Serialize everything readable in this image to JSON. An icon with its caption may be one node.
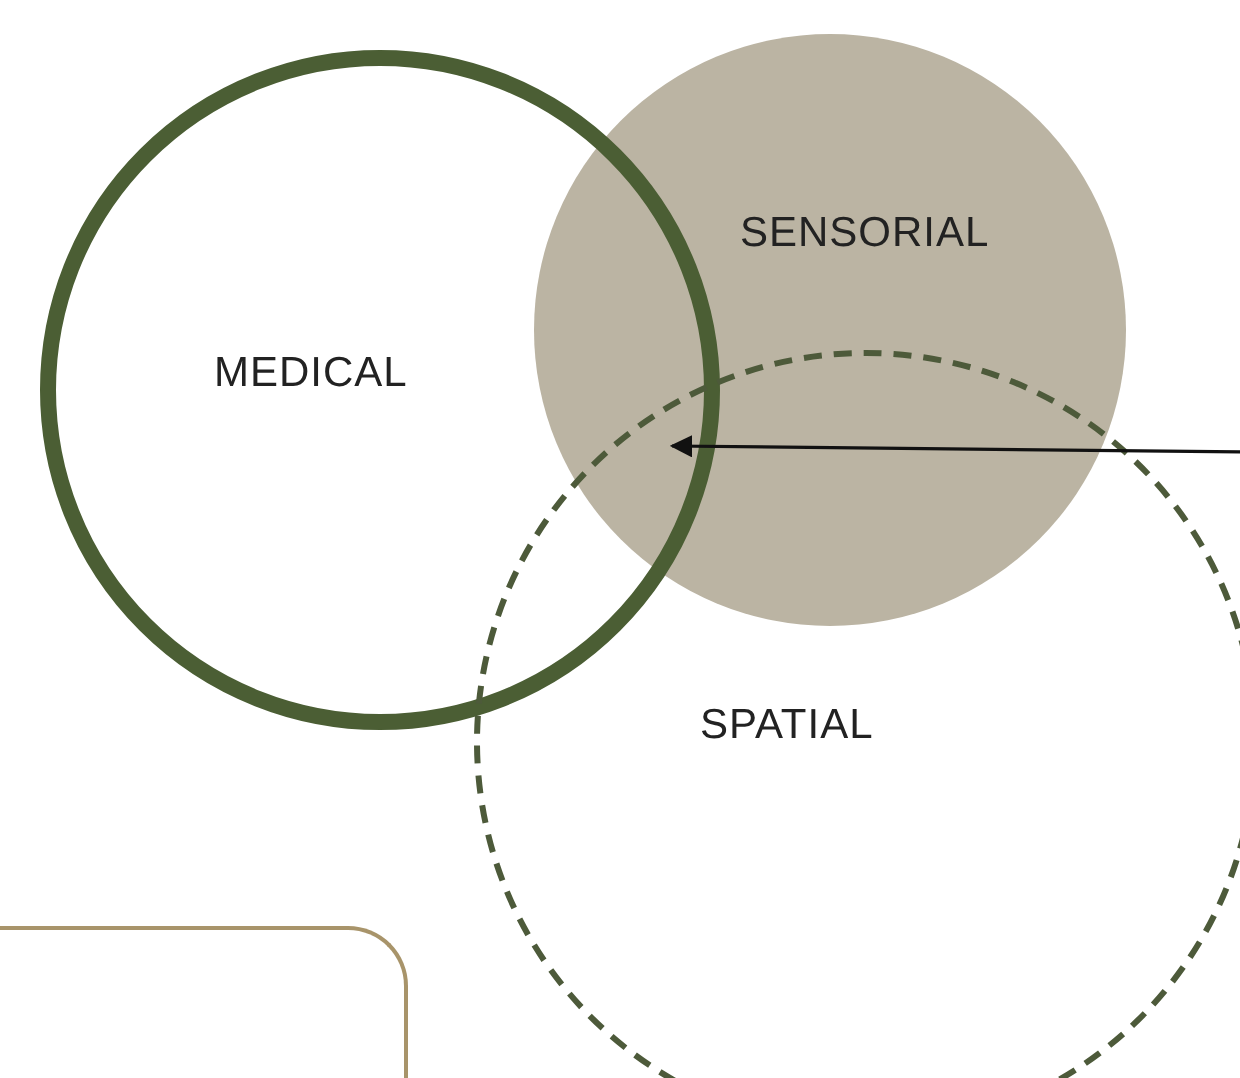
{
  "diagram": {
    "nodes": [
      {
        "text": [
          "MEDICAL"
        ]
      },
      {
        "text": [
          "SENSORIAL"
        ]
      },
      {
        "text": [
          "SPATIAL"
        ]
      },
      {
        "text": [],
        "shape": "box"
      }
    ],
    "edges": [
      {
        "from": null,
        "to": 2,
        "arrow": "to"
      }
    ]
  }
}
